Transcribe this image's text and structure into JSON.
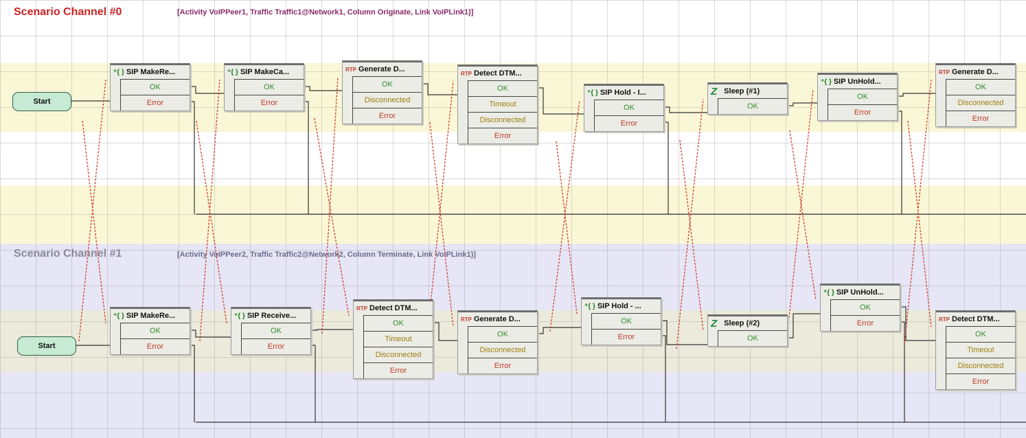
{
  "colors": {
    "channel0_title": "#cc2222",
    "channel1_title": "#8a8a9a",
    "desc_text": "#8a2b6a",
    "desc_text_1": "#6a6a8a",
    "band_yellow": "#faf7d6",
    "band_blue": "#e6e6f6",
    "band_blue_inner": "#ebeadb",
    "sync_line": "#d23b2b"
  },
  "channels": [
    {
      "title": "Scenario Channel #0",
      "description": "[Activity VoIPPeer1, Traffic Traffic1@Network1, Column Originate, Link VoIPLink1)]",
      "start_label": "Start",
      "nodes": [
        {
          "icon": "sip-icon",
          "icon_text": "⁺{ }",
          "title": "SIP MakeRe...",
          "outputs": [
            {
              "label": "OK",
              "kind": "ok"
            },
            {
              "label": "Error",
              "kind": "err"
            }
          ]
        },
        {
          "icon": "sip-icon",
          "icon_text": "⁺{ }",
          "title": "SIP MakeCa...",
          "outputs": [
            {
              "label": "OK",
              "kind": "ok"
            },
            {
              "label": "Error",
              "kind": "err"
            }
          ]
        },
        {
          "icon": "rtp-icon",
          "icon_text": "RTP",
          "title": "Generate D...",
          "outputs": [
            {
              "label": "OK",
              "kind": "ok"
            },
            {
              "label": "Disconnected",
              "kind": "warn"
            },
            {
              "label": "Error",
              "kind": "err"
            }
          ]
        },
        {
          "icon": "rtp-icon",
          "icon_text": "RTP",
          "title": "Detect DTM...",
          "outputs": [
            {
              "label": "OK",
              "kind": "ok"
            },
            {
              "label": "Timeout",
              "kind": "warn"
            },
            {
              "label": "Disconnected",
              "kind": "warn"
            },
            {
              "label": "Error",
              "kind": "err"
            }
          ]
        },
        {
          "icon": "sip-icon",
          "icon_text": "⁺{ }",
          "title": "SIP Hold - I...",
          "outputs": [
            {
              "label": "OK",
              "kind": "ok"
            },
            {
              "label": "Error",
              "kind": "err"
            }
          ]
        },
        {
          "icon": "sleep-icon",
          "icon_text": "Z",
          "title": "Sleep (#1)",
          "outputs": [
            {
              "label": "OK",
              "kind": "ok"
            }
          ]
        },
        {
          "icon": "sip-icon",
          "icon_text": "⁺{ }",
          "title": "SIP UnHold...",
          "outputs": [
            {
              "label": "OK",
              "kind": "ok"
            },
            {
              "label": "Error",
              "kind": "err"
            }
          ]
        },
        {
          "icon": "rtp-icon",
          "icon_text": "RTP",
          "title": "Generate D...",
          "outputs": [
            {
              "label": "OK",
              "kind": "ok"
            },
            {
              "label": "Disconnected",
              "kind": "warn"
            },
            {
              "label": "Error",
              "kind": "err"
            }
          ]
        }
      ]
    },
    {
      "title": "Scenario Channel #1",
      "description": "[Activity VoIPPeer2, Traffic Traffic2@Network2, Column Terminate, Link VoIPLink1)]",
      "start_label": "Start",
      "nodes": [
        {
          "icon": "sip-icon",
          "icon_text": "⁺{ }",
          "title": "SIP MakeRe...",
          "outputs": [
            {
              "label": "OK",
              "kind": "ok"
            },
            {
              "label": "Error",
              "kind": "err"
            }
          ]
        },
        {
          "icon": "sip-icon",
          "icon_text": "⁺{ }",
          "title": "SIP Receive...",
          "outputs": [
            {
              "label": "OK",
              "kind": "ok"
            },
            {
              "label": "Error",
              "kind": "err"
            }
          ]
        },
        {
          "icon": "rtp-icon",
          "icon_text": "RTP",
          "title": "Detect DTM...",
          "outputs": [
            {
              "label": "OK",
              "kind": "ok"
            },
            {
              "label": "Timeout",
              "kind": "warn"
            },
            {
              "label": "Disconnected",
              "kind": "warn"
            },
            {
              "label": "Error",
              "kind": "err"
            }
          ]
        },
        {
          "icon": "rtp-icon",
          "icon_text": "RTP",
          "title": "Generate D...",
          "outputs": [
            {
              "label": "OK",
              "kind": "ok"
            },
            {
              "label": "Disconnected",
              "kind": "warn"
            },
            {
              "label": "Error",
              "kind": "err"
            }
          ]
        },
        {
          "icon": "sip-icon",
          "icon_text": "⁺{ }",
          "title": "SIP Hold - ...",
          "outputs": [
            {
              "label": "OK",
              "kind": "ok"
            },
            {
              "label": "Error",
              "kind": "err"
            }
          ]
        },
        {
          "icon": "sleep-icon",
          "icon_text": "Z",
          "title": "Sleep (#2)",
          "outputs": [
            {
              "label": "OK",
              "kind": "ok"
            }
          ]
        },
        {
          "icon": "sip-icon",
          "icon_text": "⁺{ }",
          "title": "SIP UnHold...",
          "outputs": [
            {
              "label": "OK",
              "kind": "ok"
            },
            {
              "label": "Error",
              "kind": "err"
            }
          ]
        },
        {
          "icon": "rtp-icon",
          "icon_text": "RTP",
          "title": "Detect DTM...",
          "outputs": [
            {
              "label": "OK",
              "kind": "ok"
            },
            {
              "label": "Timeout",
              "kind": "warn"
            },
            {
              "label": "Disconnected",
              "kind": "warn"
            },
            {
              "label": "Error",
              "kind": "err"
            }
          ]
        }
      ]
    }
  ]
}
